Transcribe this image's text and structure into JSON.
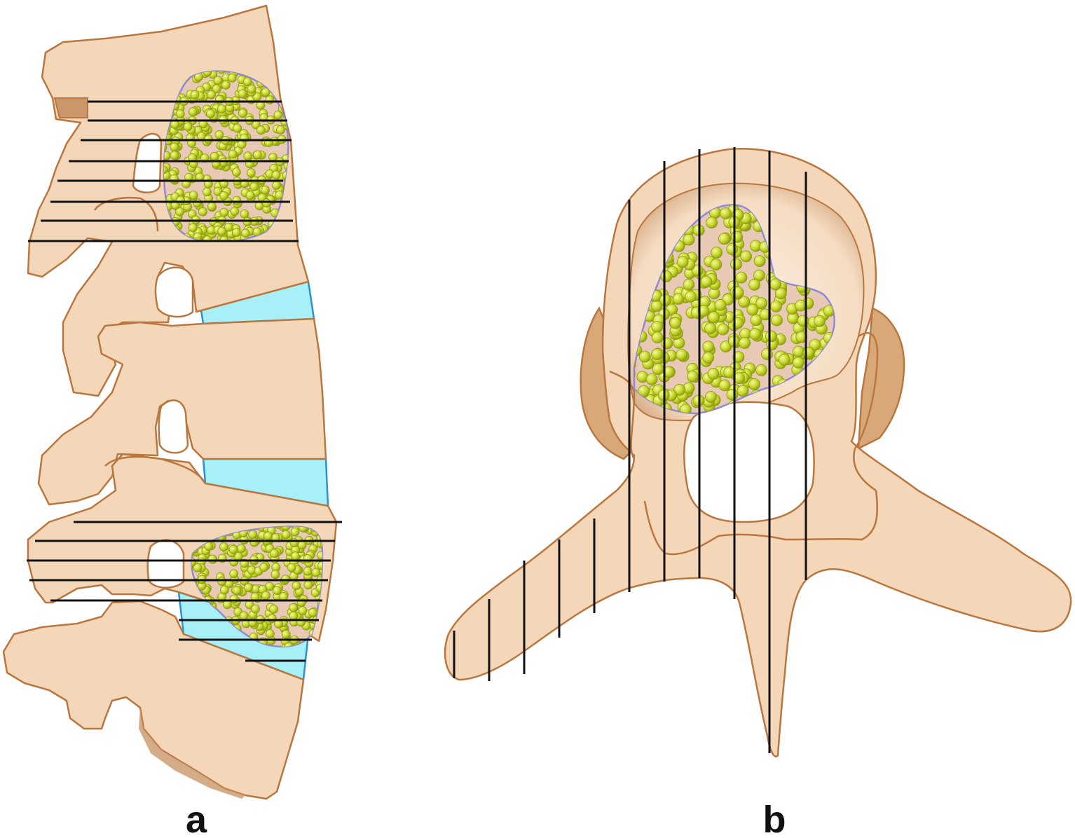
{
  "figure": {
    "panels": [
      {
        "id": "a",
        "label": "a"
      },
      {
        "id": "b",
        "label": "b"
      }
    ]
  },
  "colors": {
    "bone": "#f4d6b8",
    "bone_outline": "#b9773f",
    "bone_shadow": "#d9a878",
    "facet_dark": "#c9976a",
    "disc": "#a8f0f7",
    "disc_outline": "#2b8fd6",
    "lesion_fill": "#e8c9b5",
    "lesion_outline": "#8f8ad6",
    "cell": "#c9d92a",
    "cell_highlight": "#eef58a",
    "hatch": "#111111",
    "background": "#ffffff"
  }
}
